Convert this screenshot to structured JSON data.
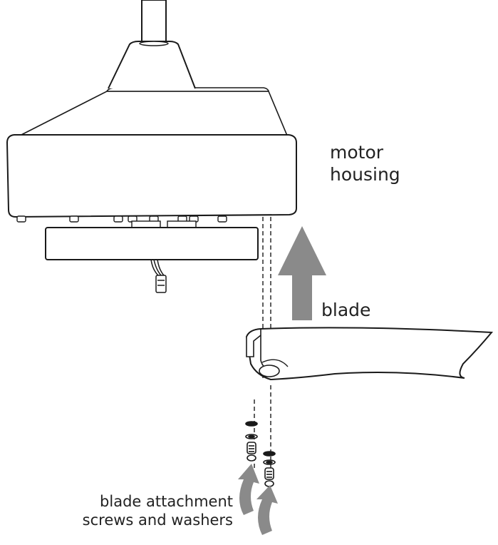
{
  "labels": {
    "motor_housing_line1": "motor",
    "motor_housing_line2": "housing",
    "blade": "blade",
    "screws_line1": "blade attachment",
    "screws_line2": "screws and washers"
  },
  "colors": {
    "outline": "#1a1a1a",
    "arrow_fill": "#8a8a8a",
    "text": "#222222"
  },
  "icons": {
    "up_arrow": "up-arrow-icon",
    "curved_arrow": "curved-up-arrow-icon"
  }
}
